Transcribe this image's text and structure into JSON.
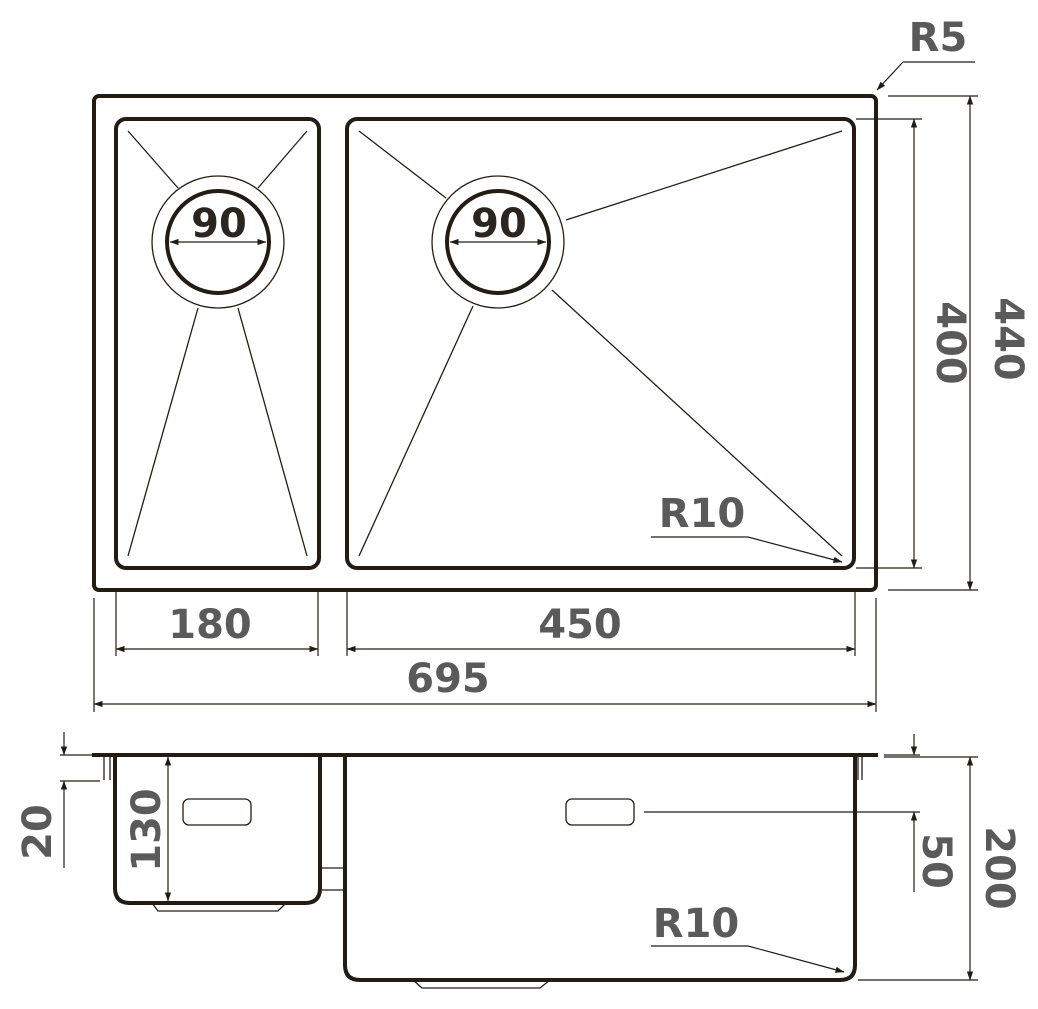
{
  "colors": {
    "line": "#231c13",
    "label": "#5a5a5a",
    "background": "#ffffff"
  },
  "labels": {
    "corner_radius_outer": "R5",
    "drain_left": "90",
    "drain_right": "90",
    "height_inner": "400",
    "height_outer": "440",
    "corner_radius_inner": "R10",
    "width_left_bowl": "180",
    "width_right_bowl": "450",
    "width_total": "695",
    "rim_thickness": "20",
    "depth_left_bowl": "130",
    "overflow_height": "50",
    "depth_total": "200",
    "corner_radius_section": "R10"
  }
}
